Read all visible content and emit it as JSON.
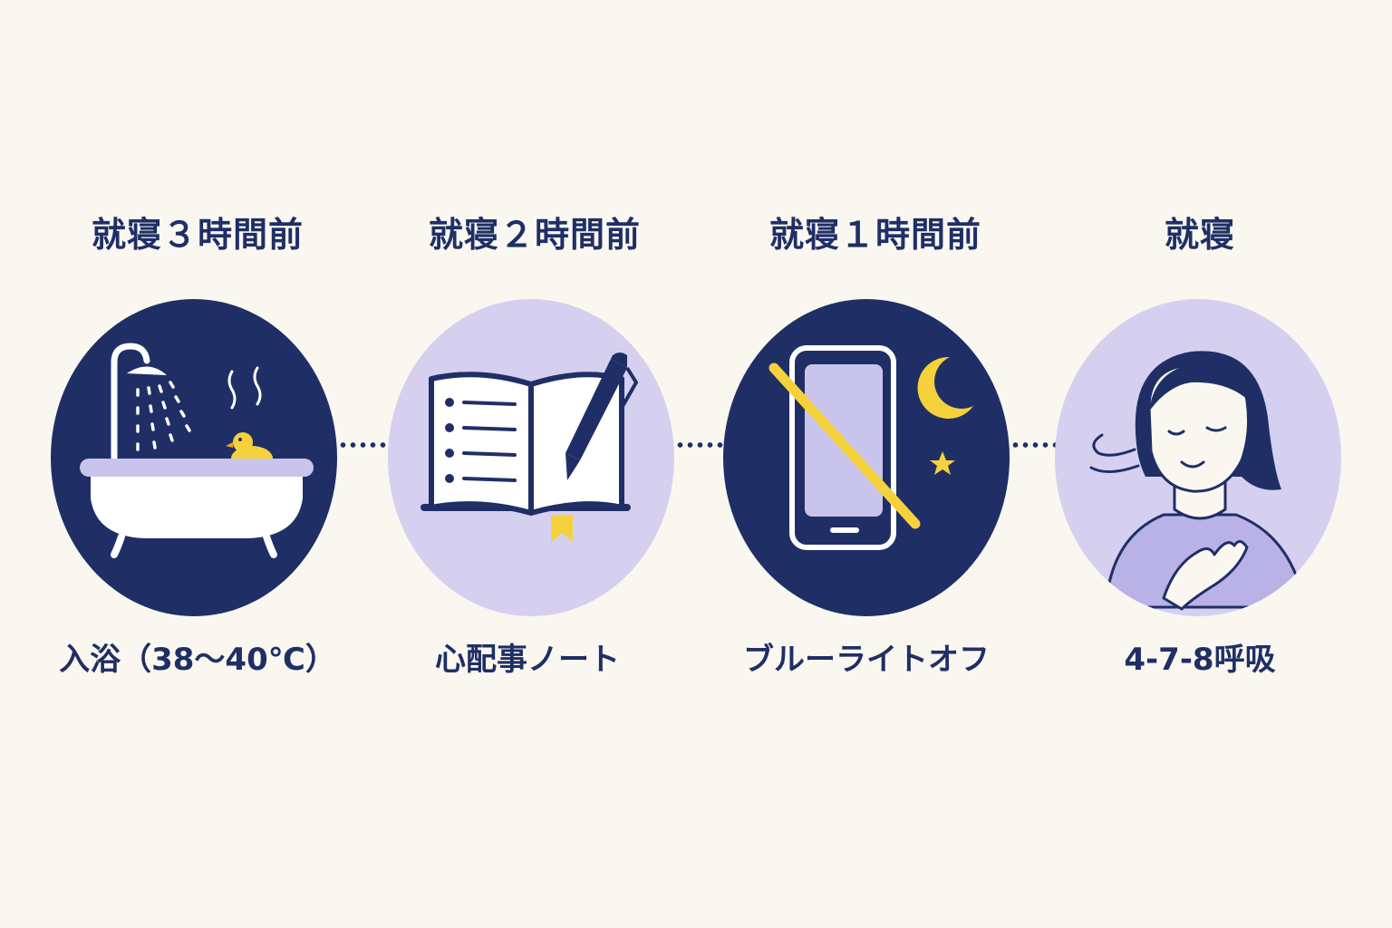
{
  "steps": [
    {
      "title": "就寝３時間前",
      "caption": "入浴（38〜40℃）",
      "icon": "bathtub-shower-icon"
    },
    {
      "title": "就寝２時間前",
      "caption": "心配事ノート",
      "icon": "notebook-pen-icon"
    },
    {
      "title": "就寝１時間前",
      "caption": "ブルーライトオフ",
      "icon": "smartphone-off-icon"
    },
    {
      "title": "就寝",
      "caption": "4-7-8呼吸",
      "icon": "breathing-woman-icon"
    }
  ],
  "colors": {
    "navy": "#1f2f66",
    "lavender": "#d5d0ef",
    "accent_yellow": "#f5d23c",
    "background": "#faf7f0"
  }
}
